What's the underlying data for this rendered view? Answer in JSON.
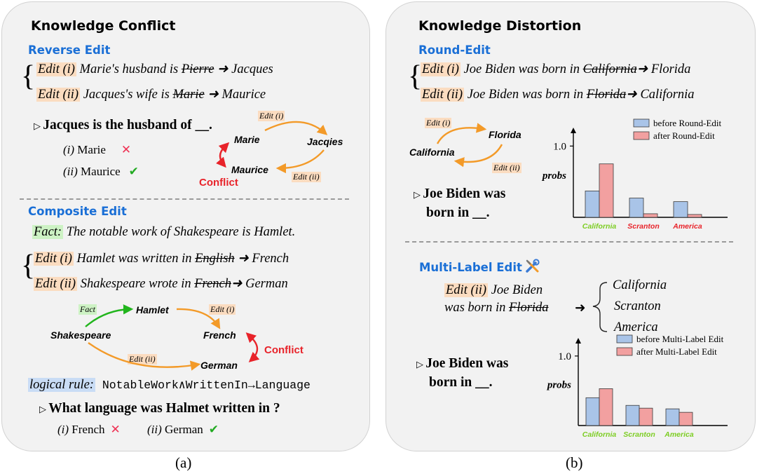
{
  "panel_a": {
    "title": "Knowledge Conflict",
    "reverse_edit": {
      "heading": "Reverse Edit",
      "edit1": {
        "tag": "Edit (i)",
        "pre": " Marie's husband is ",
        "old": "Pierre",
        "arrow": " ➜ ",
        "new": "Jacques"
      },
      "edit2": {
        "tag": "Edit (ii)",
        "pre": " Jacques's wife is ",
        "old": "Marie",
        "arrow": " ➜ ",
        "new": "Maurice"
      },
      "question": "Jacques is the husband of __.",
      "opt1_num": "(i)",
      "opt1": "Marie",
      "opt2_num": "(ii)",
      "opt2": "Maurice",
      "diagram": {
        "marie": "Marie",
        "jacqies": "Jacqies",
        "maurice": "Maurice",
        "edit1": "Edit (i)",
        "edit2": "Edit (ii)",
        "conflict": "Conflict"
      }
    },
    "composite_edit": {
      "heading": "Composite Edit",
      "fact_tag": "Fact:",
      "fact_text": " The notable work of Shakespeare is Hamlet.",
      "edit1": {
        "tag": "Edit (i)",
        "pre": " Hamlet was written in  ",
        "old": "English",
        "arrow": " ➜ ",
        "new": "French"
      },
      "edit2": {
        "tag": "Edit (ii)",
        "pre": " Shakespeare wrote in ",
        "old": "French",
        "arrow": "➜ ",
        "new": "German"
      },
      "diagram": {
        "fact": "Fact",
        "hamlet": "Hamlet",
        "shakespeare": "Shakespeare",
        "french": "French",
        "german": "German",
        "edit1": "Edit (i)",
        "edit2": "Edit (ii)",
        "conflict": "Conflict"
      },
      "rule_tag": "logical rule:",
      "rule_text": " NotableWork∧WrittenIn→Language",
      "question": "What language was Halmet written in ?",
      "opt1_num": "(i)",
      "opt1": "French",
      "opt2_num": "(ii)",
      "opt2": "German"
    },
    "caption": "(a)"
  },
  "panel_b": {
    "title": "Knowledge Distortion",
    "round_edit": {
      "heading": "Round-Edit",
      "edit1": {
        "tag": "Edit (i)",
        "pre": " Joe Biden was born in ",
        "old": "California",
        "arrow": "➜ ",
        "new": "Florida"
      },
      "edit2": {
        "tag": "Edit (ii)",
        "pre": " Joe Biden was born in ",
        "old": "Florida",
        "arrow": "➜ ",
        "new": "California"
      },
      "diagram": {
        "california": "California",
        "florida": "Florida",
        "edit1": "Edit (i)",
        "edit2": "Edit (ii)"
      },
      "question_line1": "Joe Biden was",
      "question_line2": "born in __."
    },
    "multi_label_edit": {
      "heading": "Multi-Label Edit",
      "edit_tag": "Edit (ii)",
      "edit_line1": " Joe Biden",
      "edit_line2_pre": "was born in ",
      "edit_old": "Florida",
      "arrow": "➜",
      "options": [
        "California",
        "Scranton",
        "America"
      ],
      "question_line1": "Joe Biden was",
      "question_line2": "born in __."
    },
    "caption": "(b)"
  },
  "chart_data": [
    {
      "type": "bar",
      "categories": [
        "California",
        "Scranton",
        "America"
      ],
      "category_colors": [
        "#7ccd22",
        "#e8232a",
        "#e8232a"
      ],
      "series": [
        {
          "name": "before Round-Edit",
          "values": [
            0.37,
            0.27,
            0.22
          ],
          "color": "#a9c4e8"
        },
        {
          "name": "after Round-Edit",
          "values": [
            0.75,
            0.05,
            0.04
          ],
          "color": "#f2a0a0"
        }
      ],
      "ylabel": "probs",
      "yticks": [
        1.0
      ],
      "ylim": [
        0,
        1.2
      ],
      "legend": "top-right"
    },
    {
      "type": "bar",
      "categories": [
        "California",
        "Scranton",
        "America"
      ],
      "category_colors": [
        "#7ccd22",
        "#7ccd22",
        "#7ccd22"
      ],
      "series": [
        {
          "name": "before Multi-Label Edit",
          "values": [
            0.4,
            0.29,
            0.24
          ],
          "color": "#a9c4e8"
        },
        {
          "name": "after Multi-Label Edit",
          "values": [
            0.53,
            0.25,
            0.19
          ],
          "color": "#f2a0a0"
        }
      ],
      "ylabel": "probs",
      "yticks": [
        1.0
      ],
      "ylim": [
        0,
        1.2
      ],
      "legend": "top-right"
    }
  ],
  "colors": {
    "heading_blue": "#1a6fd6",
    "arrow_orange": "#f39a28",
    "arrow_red": "#e8232a",
    "arrow_green": "#22b51d",
    "panel_bg": "#f2f2f2"
  }
}
